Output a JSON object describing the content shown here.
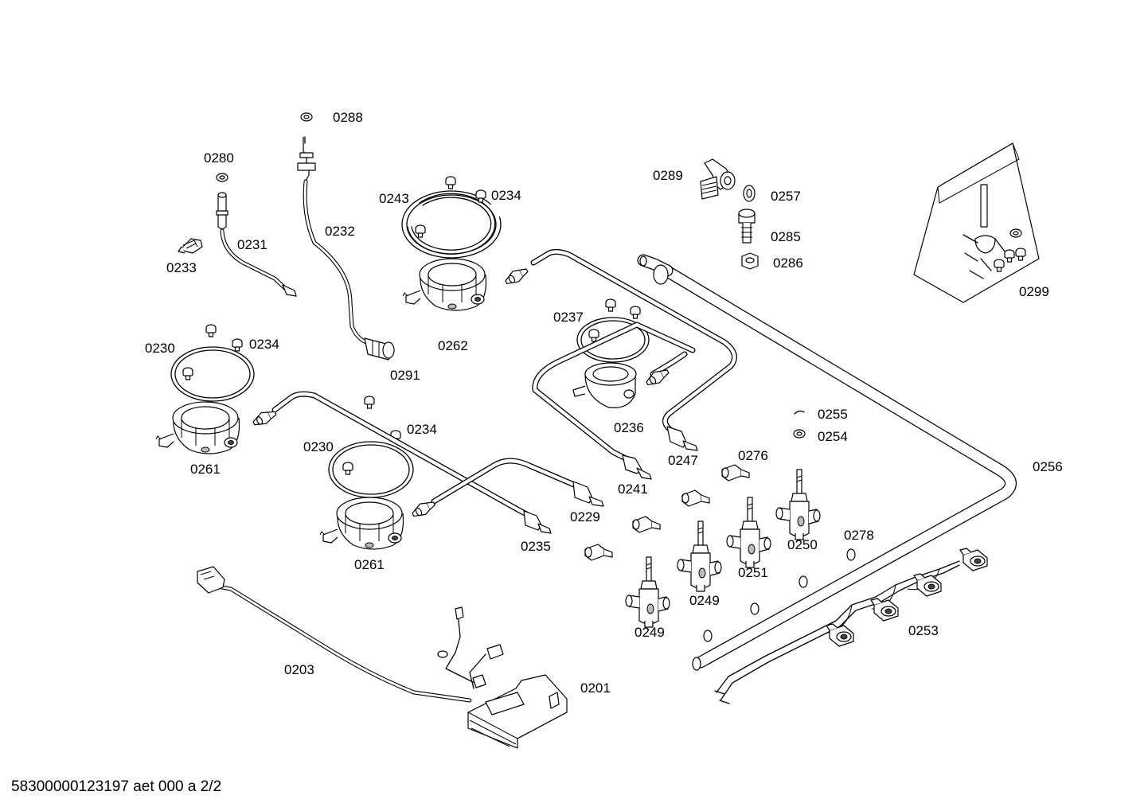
{
  "footer": {
    "document_id": "58300000123197 aet 000 a 2/2"
  },
  "labels": {
    "p0288": "0288",
    "p0280": "0280",
    "p0232": "0232",
    "p0231": "0231",
    "p0233": "0233",
    "p0243": "0243",
    "p0234a": "0234",
    "p0262": "0262",
    "p0291": "0291",
    "p0230a": "0230",
    "p0234b": "0234",
    "p0261a": "0261",
    "p0234c": "0234",
    "p0230b": "0230",
    "p0261b": "0261",
    "p0235": "0235",
    "p0229": "0229",
    "p0241": "0241",
    "p0237": "0237",
    "p0236": "0236",
    "p0247": "0247",
    "p0289": "0289",
    "p0257": "0257",
    "p0285": "0285",
    "p0286": "0286",
    "p0299": "0299",
    "p0255": "0255",
    "p0254": "0254",
    "p0276": "0276",
    "p0256": "0256",
    "p0250": "0250",
    "p0251": "0251",
    "p0278": "0278",
    "p0249a": "0249",
    "p0249b": "0249",
    "p0253": "0253",
    "p0203": "0203",
    "p0201": "0201"
  }
}
